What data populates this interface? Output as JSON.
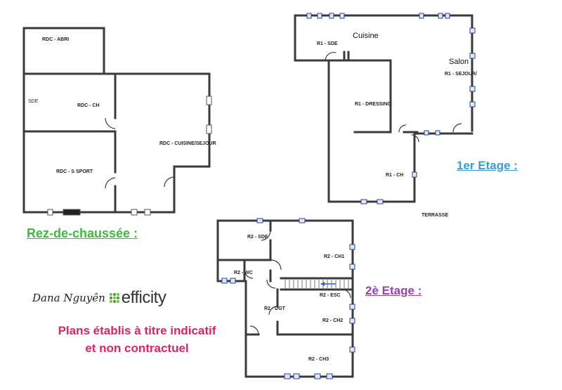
{
  "levels": {
    "rdc": {
      "heading": "Rez-de-chaussée :",
      "heading_color": "#3dbb3d",
      "rooms": {
        "abri": "RDC - ABRI",
        "sde": "SDE",
        "ch": "RDC - CH",
        "sport": "RDC - S SPORT",
        "cuisine_sejour": "RDC - CUISINE/SEJOUR"
      }
    },
    "r1": {
      "heading": "1er Etage :",
      "heading_color": "#3b9ad9",
      "rooms": {
        "sde": "R1 - SDE",
        "cuisine": "Cuisine",
        "salon": "Salon",
        "sejour": "R1 - SEJOUR/",
        "dressing": "R1 - DRESSING",
        "ch": "R1 - CH",
        "terrasse": "TERRASSE"
      }
    },
    "r2": {
      "heading": "2è Etage :",
      "heading_color": "#9b3fb5",
      "rooms": {
        "sde": "R2 - SDE",
        "ch1": "R2 - CH1",
        "wc": "R2 - WC",
        "esc": "R2 - ESC",
        "dgt": "R2 - DGT",
        "ch2": "R2 - CH2",
        "ch3": "R2 - CH3"
      }
    }
  },
  "brand": {
    "person": "Dana Nguyên",
    "company": "efficity",
    "dot_colors": [
      "#7ac143",
      "#4a9b2f",
      "#7ac143",
      "#4a9b2f",
      "#7ac143",
      "#4a9b2f",
      "#7ac143",
      "#4a9b2f",
      "#7ac143"
    ]
  },
  "disclaimer": {
    "line1": "Plans établis à titre indicatif",
    "line2": "et non contractuel",
    "color": "#e0245e"
  }
}
